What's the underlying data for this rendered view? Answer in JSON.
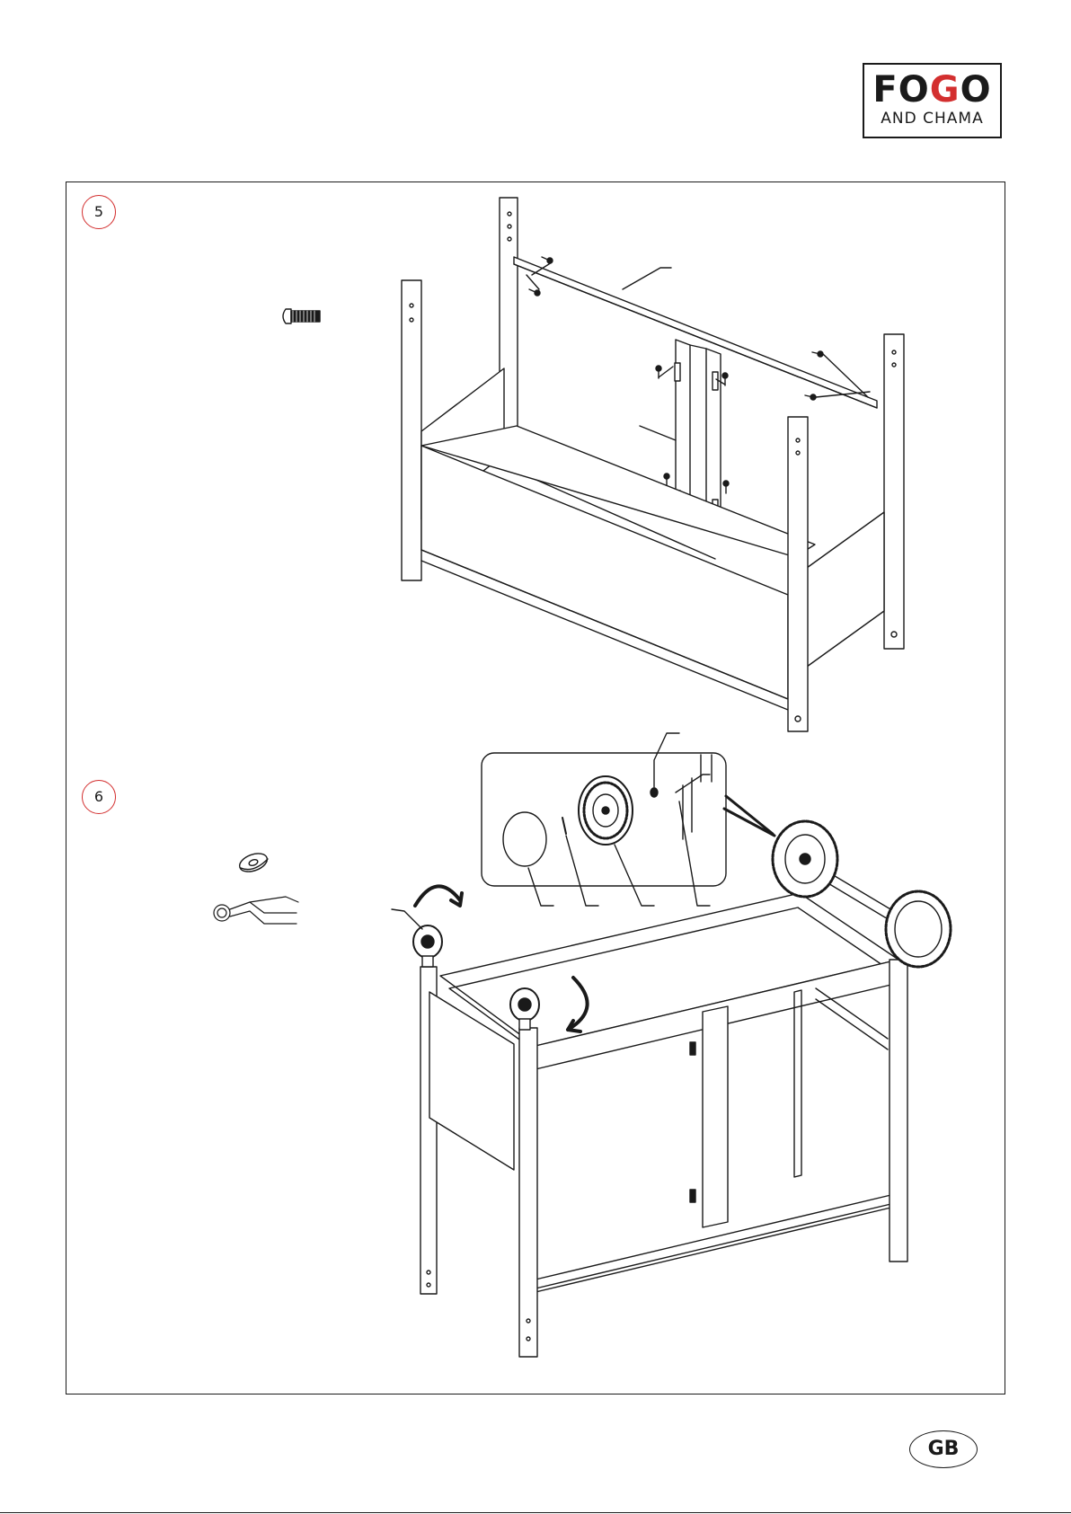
{
  "logo": {
    "line1_part1": "FO",
    "line1_part2": "G",
    "line1_part3": "O",
    "line2": "AND CHAMA",
    "accent_color": "#d32f2f"
  },
  "steps": [
    {
      "number": "5"
    },
    {
      "number": "6"
    }
  ],
  "language_badge": "GB",
  "icons": {
    "step5_hardware": "bolt-icon",
    "step6_hardware": [
      "washer-icon",
      "r-clip-pin-icon"
    ],
    "rotation": "curved-arrow-icon"
  }
}
